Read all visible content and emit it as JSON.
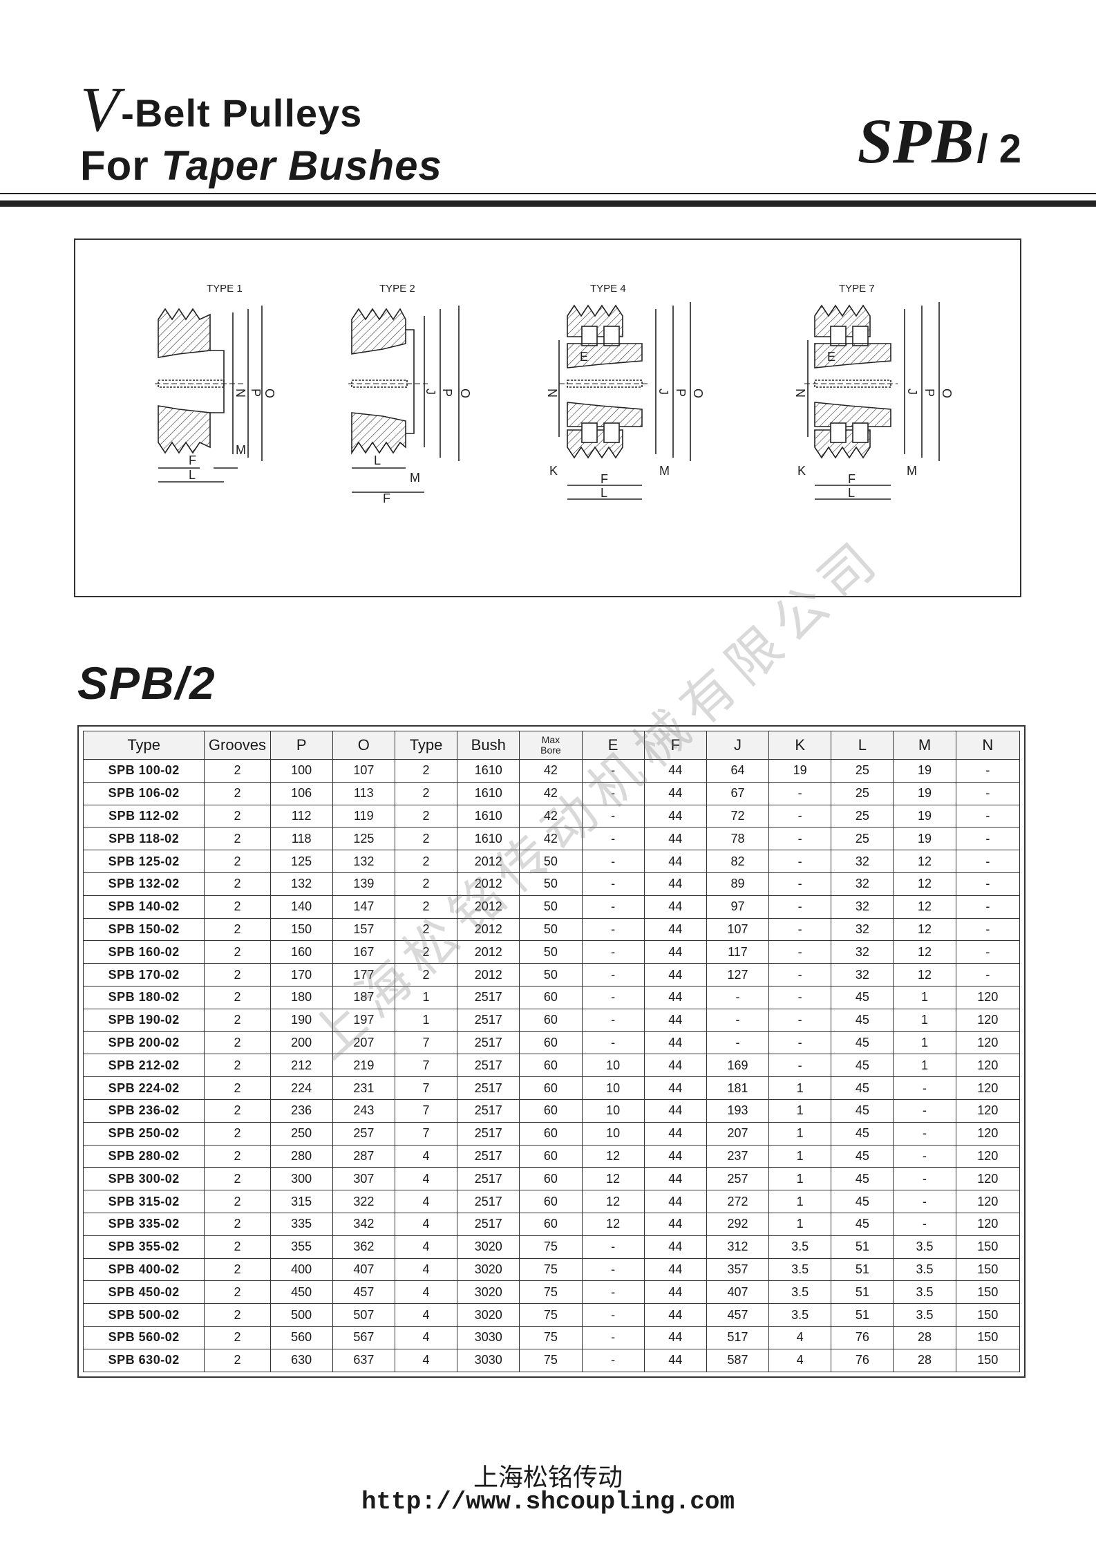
{
  "header": {
    "title_v": "V",
    "title_line1_rest": "-Belt  Pulleys",
    "title_line2_for": "For ",
    "title_line2_rest": "Taper Bushes",
    "code_main": "SPB",
    "code_suffix": "/ 2"
  },
  "diagrams": {
    "labels": [
      "TYPE 1",
      "TYPE 2",
      "TYPE 4",
      "TYPE 7"
    ]
  },
  "section_title": "SPB/2",
  "table": {
    "headers": [
      "Type",
      "Grooves",
      "P",
      "O",
      "Type",
      "Bush",
      "Max",
      "Bore",
      "E",
      "F",
      "J",
      "K",
      "L",
      "M",
      "N"
    ],
    "rows": [
      [
        "SPB  100-02",
        "2",
        "100",
        "107",
        "2",
        "1610",
        "42",
        "-",
        "44",
        "64",
        "19",
        "25",
        "19",
        "-"
      ],
      [
        "SPB  106-02",
        "2",
        "106",
        "113",
        "2",
        "1610",
        "42",
        "-",
        "44",
        "67",
        "-",
        "25",
        "19",
        "-"
      ],
      [
        "SPB  112-02",
        "2",
        "112",
        "119",
        "2",
        "1610",
        "42",
        "-",
        "44",
        "72",
        "-",
        "25",
        "19",
        "-"
      ],
      [
        "SPB  118-02",
        "2",
        "118",
        "125",
        "2",
        "1610",
        "42",
        "-",
        "44",
        "78",
        "-",
        "25",
        "19",
        "-"
      ],
      [
        "SPB  125-02",
        "2",
        "125",
        "132",
        "2",
        "2012",
        "50",
        "-",
        "44",
        "82",
        "-",
        "32",
        "12",
        "-"
      ],
      [
        "SPB  132-02",
        "2",
        "132",
        "139",
        "2",
        "2012",
        "50",
        "-",
        "44",
        "89",
        "-",
        "32",
        "12",
        "-"
      ],
      [
        "SPB  140-02",
        "2",
        "140",
        "147",
        "2",
        "2012",
        "50",
        "-",
        "44",
        "97",
        "-",
        "32",
        "12",
        "-"
      ],
      [
        "SPB  150-02",
        "2",
        "150",
        "157",
        "2",
        "2012",
        "50",
        "-",
        "44",
        "107",
        "-",
        "32",
        "12",
        "-"
      ],
      [
        "SPB  160-02",
        "2",
        "160",
        "167",
        "2",
        "2012",
        "50",
        "-",
        "44",
        "117",
        "-",
        "32",
        "12",
        "-"
      ],
      [
        "SPB  170-02",
        "2",
        "170",
        "177",
        "2",
        "2012",
        "50",
        "-",
        "44",
        "127",
        "-",
        "32",
        "12",
        "-"
      ],
      [
        "SPB  180-02",
        "2",
        "180",
        "187",
        "1",
        "2517",
        "60",
        "-",
        "44",
        "-",
        "-",
        "45",
        "1",
        "120"
      ],
      [
        "SPB  190-02",
        "2",
        "190",
        "197",
        "1",
        "2517",
        "60",
        "-",
        "44",
        "-",
        "-",
        "45",
        "1",
        "120"
      ],
      [
        "SPB  200-02",
        "2",
        "200",
        "207",
        "7",
        "2517",
        "60",
        "-",
        "44",
        "-",
        "-",
        "45",
        "1",
        "120"
      ],
      [
        "SPB  212-02",
        "2",
        "212",
        "219",
        "7",
        "2517",
        "60",
        "10",
        "44",
        "169",
        "-",
        "45",
        "1",
        "120"
      ],
      [
        "SPB  224-02",
        "2",
        "224",
        "231",
        "7",
        "2517",
        "60",
        "10",
        "44",
        "181",
        "1",
        "45",
        "-",
        "120"
      ],
      [
        "SPB  236-02",
        "2",
        "236",
        "243",
        "7",
        "2517",
        "60",
        "10",
        "44",
        "193",
        "1",
        "45",
        "-",
        "120"
      ],
      [
        "SPB  250-02",
        "2",
        "250",
        "257",
        "7",
        "2517",
        "60",
        "10",
        "44",
        "207",
        "1",
        "45",
        "-",
        "120"
      ],
      [
        "SPB  280-02",
        "2",
        "280",
        "287",
        "4",
        "2517",
        "60",
        "12",
        "44",
        "237",
        "1",
        "45",
        "-",
        "120"
      ],
      [
        "SPB  300-02",
        "2",
        "300",
        "307",
        "4",
        "2517",
        "60",
        "12",
        "44",
        "257",
        "1",
        "45",
        "-",
        "120"
      ],
      [
        "SPB  315-02",
        "2",
        "315",
        "322",
        "4",
        "2517",
        "60",
        "12",
        "44",
        "272",
        "1",
        "45",
        "-",
        "120"
      ],
      [
        "SPB  335-02",
        "2",
        "335",
        "342",
        "4",
        "2517",
        "60",
        "12",
        "44",
        "292",
        "1",
        "45",
        "-",
        "120"
      ],
      [
        "SPB  355-02",
        "2",
        "355",
        "362",
        "4",
        "3020",
        "75",
        "-",
        "44",
        "312",
        "3.5",
        "51",
        "3.5",
        "150"
      ],
      [
        "SPB  400-02",
        "2",
        "400",
        "407",
        "4",
        "3020",
        "75",
        "-",
        "44",
        "357",
        "3.5",
        "51",
        "3.5",
        "150"
      ],
      [
        "SPB  450-02",
        "2",
        "450",
        "457",
        "4",
        "3020",
        "75",
        "-",
        "44",
        "407",
        "3.5",
        "51",
        "3.5",
        "150"
      ],
      [
        "SPB  500-02",
        "2",
        "500",
        "507",
        "4",
        "3020",
        "75",
        "-",
        "44",
        "457",
        "3.5",
        "51",
        "3.5",
        "150"
      ],
      [
        "SPB  560-02",
        "2",
        "560",
        "567",
        "4",
        "3030",
        "75",
        "-",
        "44",
        "517",
        "4",
        "76",
        "28",
        "150"
      ],
      [
        "SPB  630-02",
        "2",
        "630",
        "637",
        "4",
        "3030",
        "75",
        "-",
        "44",
        "587",
        "4",
        "76",
        "28",
        "150"
      ]
    ]
  },
  "watermark": "上海松铭传动机械有限公司",
  "footer": {
    "company_cn": "上海松铭传动",
    "url": "http://www.shcoupling.com"
  }
}
